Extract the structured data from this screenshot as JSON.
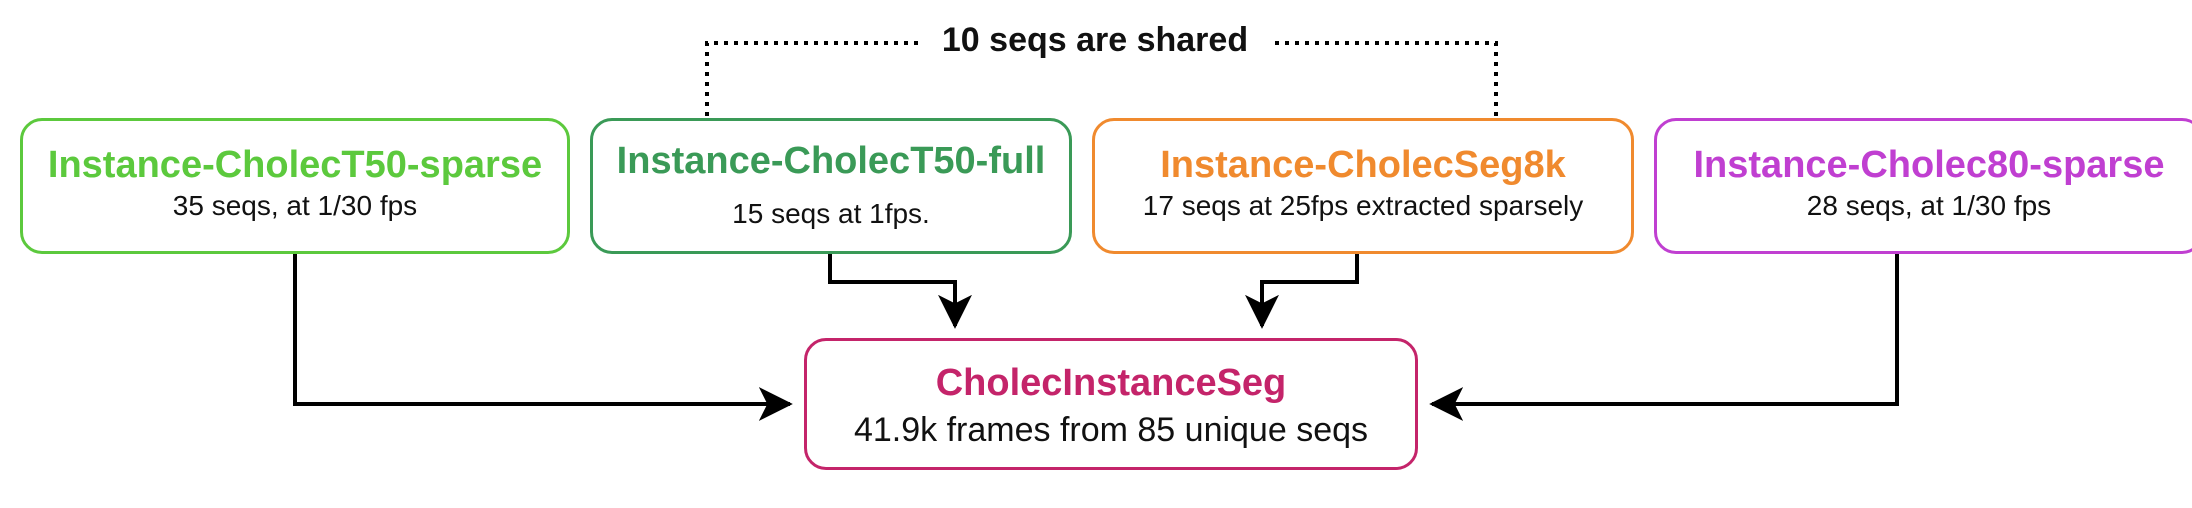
{
  "colors": {
    "cholect50_sparse": "#5cc93d",
    "cholect50_full": "#3a9a57",
    "cholecseg8k": "#f08a2e",
    "cholec80_sparse": "#c03fd1",
    "cholecinstanceseg": "#c4246a",
    "connector": "#000000"
  },
  "shared_note": "10 seqs are shared",
  "sources": [
    {
      "title": "Instance-CholecT50-sparse",
      "subtitle": "35 seqs, at 1/30 fps"
    },
    {
      "title": "Instance-CholecT50-full",
      "subtitle": "15 seqs at 1fps."
    },
    {
      "title": "Instance-CholecSeg8k",
      "subtitle": "17 seqs at 25fps extracted sparsely"
    },
    {
      "title": "Instance-Cholec80-sparse",
      "subtitle": "28 seqs, at 1/30 fps"
    }
  ],
  "target": {
    "title": "CholecInstanceSeg",
    "subtitle": "41.9k frames from 85 unique seqs"
  }
}
